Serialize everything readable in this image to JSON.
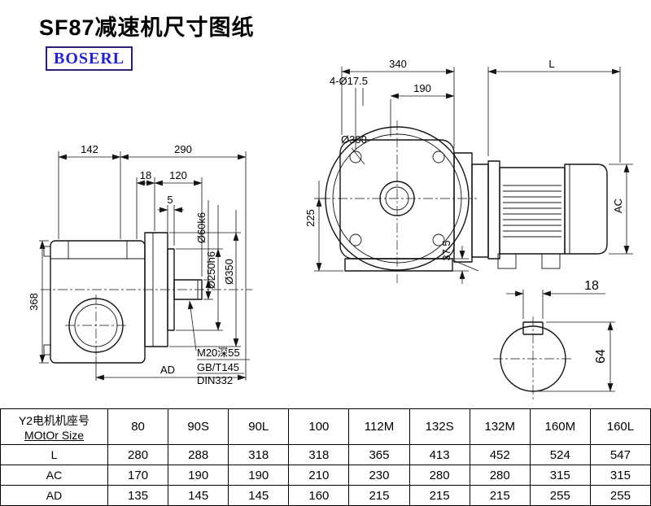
{
  "header": {
    "title": "SF87减速机尺寸图纸",
    "logo": "BOSERL"
  },
  "side_view": {
    "dim_142": "142",
    "dim_290": "290",
    "dim_18": "18",
    "dim_120": "120",
    "dim_5": "5",
    "dim_368": "368",
    "dim_ad": "AD",
    "dia_shaft": "Ø60k6",
    "dia_pilot": "Ø250h6",
    "dia_flange": "Ø350",
    "note_tap": "M20深55",
    "note_std1": "GB/T145",
    "note_std2": "DIN332"
  },
  "front_view": {
    "dim_340": "340",
    "dim_l": "L",
    "dim_190": "190",
    "dim_holes": "4-Ø17.5",
    "dia_300": "Ø300",
    "dim_225": "225",
    "dim_375": "37.5",
    "dim_ac": "AC"
  },
  "shaft_view": {
    "dim_18": "18",
    "dim_64": "64"
  },
  "table": {
    "size_label_cn": "Y2电机机座号",
    "size_label_en": "MOtOr Size",
    "columns": [
      "80",
      "90S",
      "90L",
      "100",
      "112M",
      "132S",
      "132M",
      "160M",
      "160L"
    ],
    "rows": [
      {
        "label": "L",
        "values": [
          "280",
          "288",
          "318",
          "318",
          "365",
          "413",
          "452",
          "524",
          "547"
        ]
      },
      {
        "label": "AC",
        "values": [
          "170",
          "190",
          "190",
          "210",
          "230",
          "280",
          "280",
          "315",
          "315"
        ]
      },
      {
        "label": "AD",
        "values": [
          "135",
          "145",
          "145",
          "160",
          "215",
          "215",
          "215",
          "255",
          "255"
        ]
      }
    ]
  }
}
